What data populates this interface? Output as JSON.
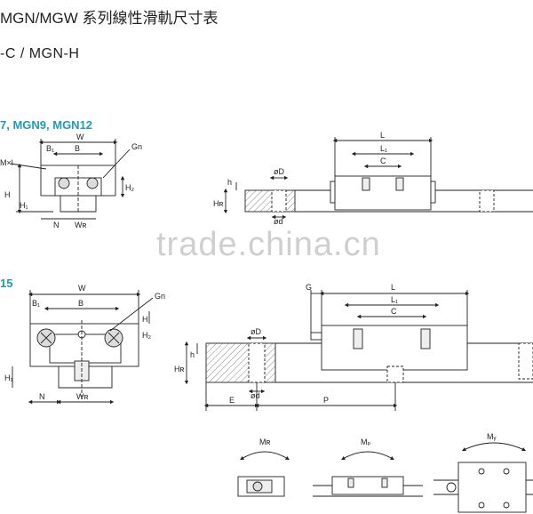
{
  "header": {
    "title": "MGN/MGW 系列線性滑軌尺寸表",
    "subtitle": "-C / MGN-H"
  },
  "section1": {
    "label": "7, MGN9, MGN12",
    "labels": {
      "W": "W",
      "B": "B",
      "B1": "B₁",
      "Gn": "Gn",
      "Mx": "M×l",
      "H": "H",
      "H1": "H₁",
      "H2": "H₂",
      "N": "N",
      "WR": "Wʀ",
      "L": "L",
      "L1": "L₁",
      "C": "C",
      "oD": "øD",
      "od": "ød",
      "h": "h",
      "HR": "Hʀ"
    }
  },
  "section2": {
    "label": "15",
    "labels": {
      "W": "W",
      "B": "B",
      "B1": "B₁",
      "Gn": "Gn",
      "H": "H",
      "H1": "H₁",
      "H2": "H₂",
      "N": "N",
      "WR": "Wʀ",
      "G": "G",
      "L": "L",
      "L1": "L₁",
      "C": "C",
      "oD": "øD",
      "od": "ød",
      "h": "h",
      "HR": "Hʀ",
      "E": "E",
      "P": "P"
    }
  },
  "moments": {
    "MR": "Mʀ",
    "MP": "Mₚ",
    "MY": "Mᵧ"
  },
  "watermark": "trade.china.cn",
  "colors": {
    "accent": "#1f9bb8",
    "line": "#222222",
    "hatch": "#888888",
    "watermark": "#cfcfcf"
  }
}
